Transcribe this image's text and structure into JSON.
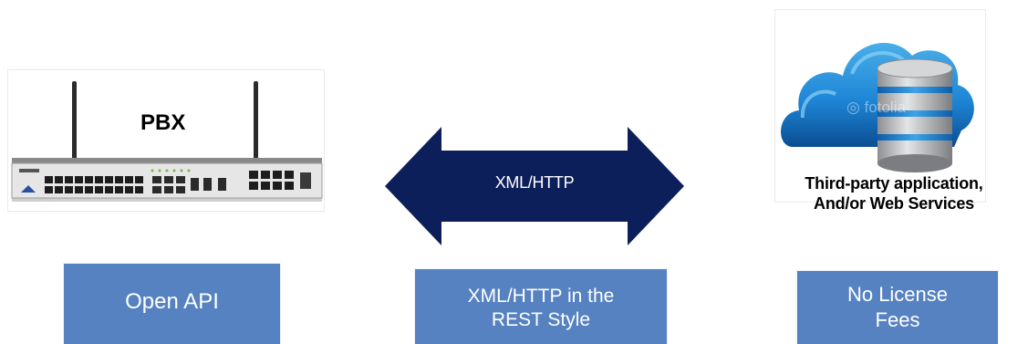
{
  "pbx": {
    "label": "PBX",
    "device_icon": "pbx-router-device"
  },
  "connector": {
    "label": "XML/HTTP",
    "icon": "double-headed-arrow",
    "color": "#0d1f5a"
  },
  "cloud": {
    "icon": "cloud-database-icon",
    "watermark": "fotolia",
    "caption_line1": "Third-party application,",
    "caption_line2": "And/or Web Services"
  },
  "features": {
    "open_api": "Open API",
    "rest_line1": "XML/HTTP in the",
    "rest_line2": "REST Style",
    "fees_line1": "No License",
    "fees_line2": "Fees"
  },
  "colors": {
    "box_blue": "#5682c1",
    "arrow_navy": "#0d1f5a",
    "cloud_blue": "#1e86d6"
  }
}
